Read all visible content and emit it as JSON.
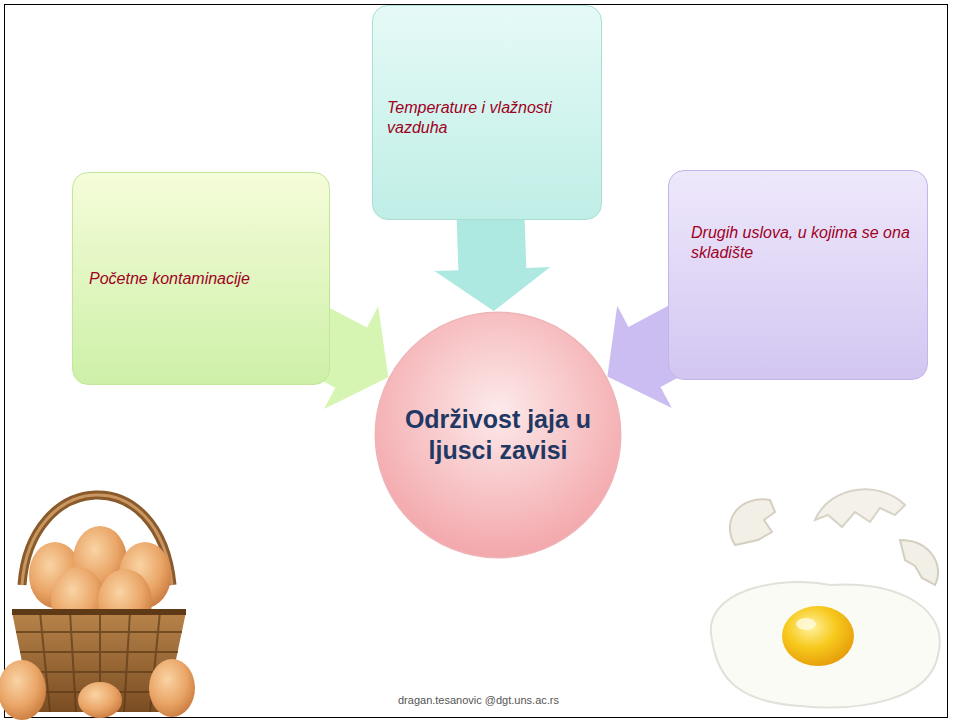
{
  "diagram": {
    "nodes": [
      {
        "text": [
          "Temperature i vlažnosti vazduha"
        ]
      },
      {
        "text": [
          "Početne kontaminacije"
        ]
      },
      {
        "text": [
          "Drugih uslova, u kojima se ona skladište"
        ]
      },
      {
        "text": [
          "Održivost jaja u ljusci zavisi"
        ]
      }
    ],
    "edges": [
      {
        "from": 0,
        "to": 3,
        "arrow": "to"
      },
      {
        "from": 1,
        "to": 3,
        "arrow": "to"
      },
      {
        "from": 2,
        "to": 3,
        "arrow": "to"
      }
    ],
    "labels": [
      "dragan.tesanovic @dgt.uns.ac.rs"
    ]
  }
}
